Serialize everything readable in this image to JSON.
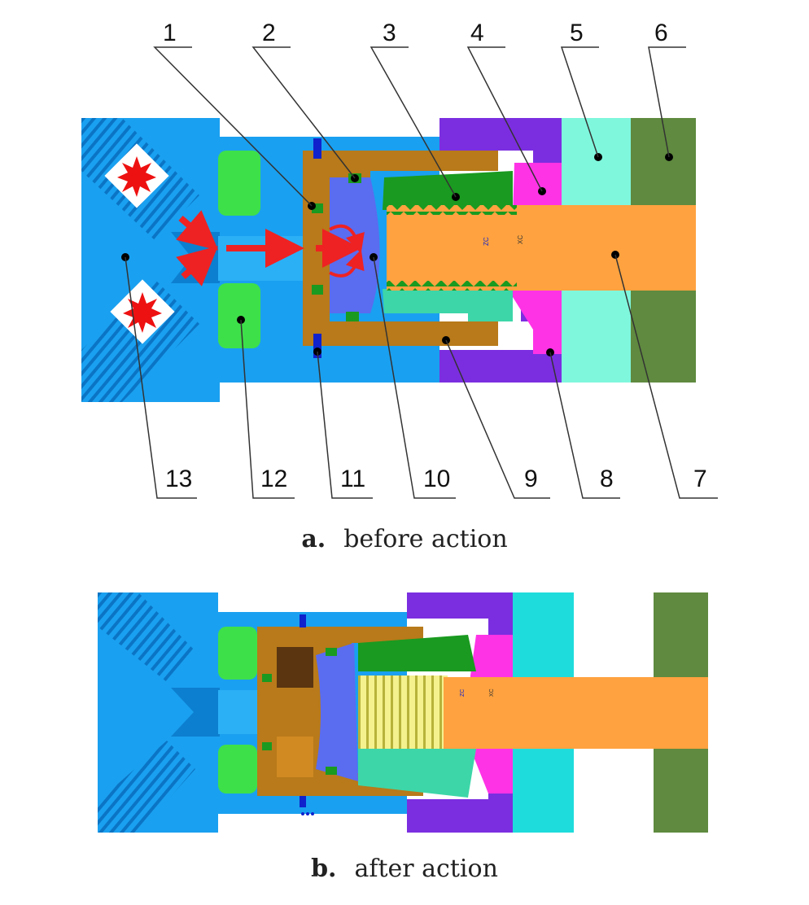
{
  "figure_a": {
    "caption_letter": "a.",
    "caption_text": "before action",
    "callouts_top": [
      "1",
      "2",
      "3",
      "4",
      "5",
      "6"
    ],
    "callouts_bottom": [
      "13",
      "12",
      "11",
      "10",
      "9",
      "8",
      "7"
    ],
    "tiny_labels": [
      "ZC",
      "XC"
    ]
  },
  "figure_b": {
    "caption_letter": "b.",
    "caption_text": "after action",
    "tiny_labels": [
      "ZC",
      "XC"
    ]
  },
  "colors": {
    "body_blue": "#1aa0f0",
    "dark_blue": "#0d7fd0",
    "green_block": "#3ee04a",
    "brown": "#b87a1a",
    "dark_green": "#1a9a20",
    "mint": "#66e6cf",
    "magenta": "#ff33e6",
    "purple": "#7b2ee0",
    "aqua": "#7ff7dd",
    "olive": "#5f8a3f",
    "orange": "#ffa23f",
    "piston_blue": "#5a6cf0",
    "yellow_thread": "#f2ef8a",
    "arrow_red": "#ee2222"
  }
}
